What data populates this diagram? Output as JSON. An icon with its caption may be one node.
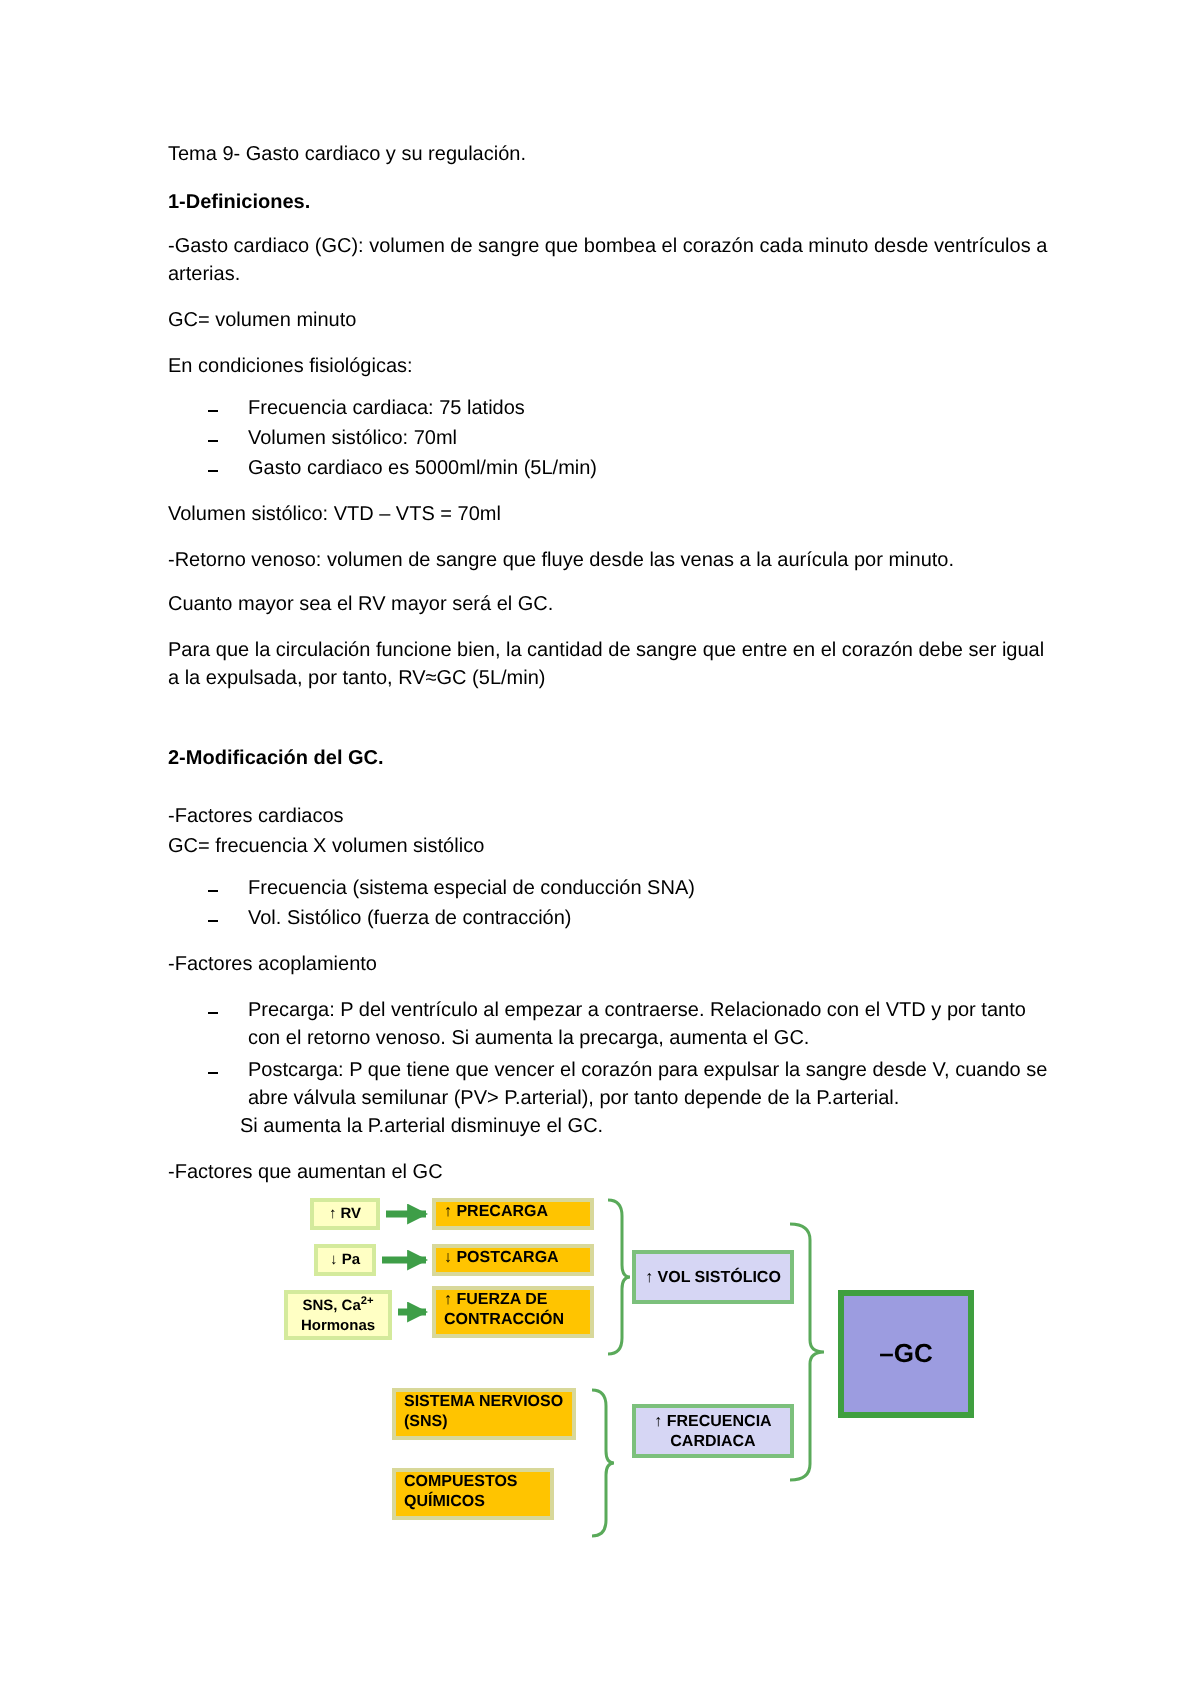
{
  "diagram": {
    "nodes": [
      {
        "text": [
          "↑ RV"
        ]
      },
      {
        "text": [
          "↑ PRECARGA"
        ]
      },
      {
        "text": [
          "↓ Pa"
        ]
      },
      {
        "text": [
          "↓ POSTCARGA"
        ]
      },
      {
        "text": [
          "SNS, Ca$^{2+}$ Hormonas"
        ]
      },
      {
        "text": [
          "↑ FUERZA DE CONTRACCIÓN"
        ]
      },
      {
        "text": [
          "↑ VOL SISTÓLICO"
        ]
      },
      {
        "text": [
          "SISTEMA NERVIOSO (SNS)"
        ]
      },
      {
        "text": [
          "COMPUESTOS QUÍMICOS"
        ]
      },
      {
        "text": [
          "↑ FRECUENCIA CARDIACA"
        ]
      },
      {
        "text": [
          "–GC"
        ]
      }
    ],
    "edges": [
      {
        "from": 0,
        "to": 1,
        "arrow": "to"
      },
      {
        "from": 2,
        "to": 3,
        "arrow": "to"
      },
      {
        "from": 4,
        "to": 5,
        "arrow": "to"
      }
    ],
    "labels": [
      "Tema 9- Gasto cardiaco y su regulación.",
      "1-Definiciones.",
      "-Gasto cardiaco (GC): volumen de sangre que bombea el corazón cada minuto desde ventrículos a arterias.",
      "GC= volumen minuto",
      "En condiciones fisiológicas:",
      "Frecuencia cardiaca: 75 latidos",
      "Volumen sistólico: 70ml",
      "Gasto cardiaco es 5000ml/min (5L/min)",
      "Volumen sistólico: VTD – VTS = 70ml",
      "-Retorno venoso: volumen de sangre que fluye desde las venas a la aurícula por minuto.",
      "Cuanto mayor sea el RV mayor será el GC.",
      "Para que la circulación funcione bien, la cantidad de sangre que entre en el corazón debe ser igual a la expulsada, por tanto, RV≈GC (5L/min)",
      "2-Modificación del GC.",
      "-Factores cardiacos",
      "GC= frecuencia X volumen sistólico",
      "Frecuencia (sistema especial de conducción SNA)",
      "Vol. Sistólico (fuerza de contracción)",
      "-Factores acoplamiento",
      "Precarga: P del ventrículo al empezar a contraerse. Relacionado con el VTD y por tanto con el retorno venoso. Si aumenta la precarga, aumenta el GC.",
      "Postcarga: P que tiene que vencer el corazón para expulsar la sangre desde V, cuando se abre válvula semilunar (PV> P.arterial), por tanto depende de la P.arterial.",
      "Si aumenta la P.arterial disminuye el GC.",
      "-Factores que aumentan el GC"
    ]
  }
}
